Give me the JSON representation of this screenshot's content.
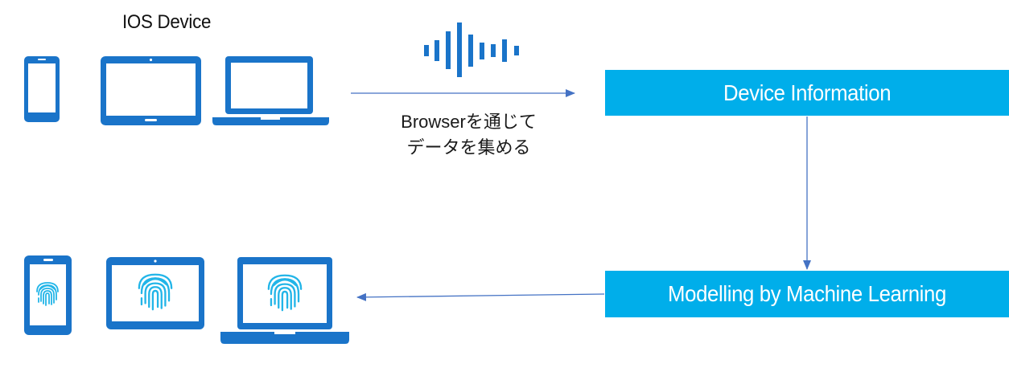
{
  "header": {
    "title": "IOS Device"
  },
  "flow": {
    "caption_line1": "Browserを通じて",
    "caption_line2": "データを集める",
    "device_info_label": "Device Information",
    "model_label": "Modelling by Machine Learning"
  },
  "icons": {
    "top_row": [
      "smartphone-icon",
      "tablet-icon",
      "laptop-icon"
    ],
    "bottom_row": [
      "smartphone-fingerprint-icon",
      "tablet-fingerprint-icon",
      "laptop-fingerprint-icon"
    ],
    "signal": "sound-wave-icon"
  },
  "colors": {
    "device_blue": "#1a74c9",
    "box_cyan": "#00aeea",
    "arrow": "#4472c4",
    "fingerprint": "#22b5e8"
  }
}
